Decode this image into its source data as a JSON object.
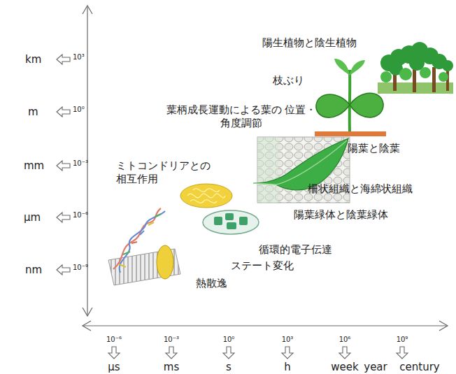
{
  "diagram": {
    "labels": [
      "km",
      "10³",
      "m",
      "10⁰",
      "mm",
      "10⁻³",
      "μm",
      "10⁻⁶",
      "nm",
      "10⁻⁹",
      "10⁻⁶",
      "μs",
      "10⁻³",
      "ms",
      "10⁰",
      "s",
      "10³",
      "h",
      "10⁶",
      "week",
      "year",
      "10⁹",
      "century",
      "陽生植物と陰生植物",
      "枝ぶり",
      "葉柄成長運動による葉の 位置・角度調節",
      "陽葉と陰葉",
      "ミトコンドリアとの 相互作用",
      "柵状組織と海綿状組織",
      "陽葉緑体と陰葉緑体",
      "循環的電子伝達",
      "ステート変化",
      "熱散逸"
    ]
  }
}
